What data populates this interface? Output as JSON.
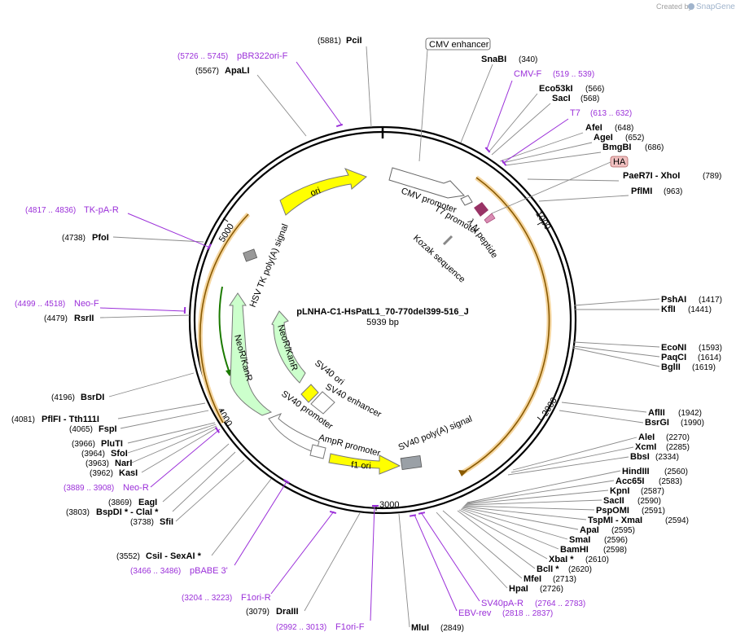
{
  "credit": {
    "prefix": "Created by",
    "brand": "SnapGene"
  },
  "map": {
    "name": "pLNHA-C1-HsPatL1_70-770del399-516_J",
    "size": "5939 bp",
    "ticks": [
      "1000",
      "2000",
      "3000",
      "4000",
      "5000"
    ]
  },
  "sites": [
    {
      "name": "PciI",
      "pos": "(5881)"
    },
    {
      "name": "ApaLI",
      "pos": "(5567)"
    },
    {
      "name": "SnaBI",
      "pos": "(340)"
    },
    {
      "name": "Eco53kI",
      "pos": "(566)"
    },
    {
      "name": "SacI",
      "pos": "(568)"
    },
    {
      "name": "AfeI",
      "pos": "(648)"
    },
    {
      "name": "AgeI",
      "pos": "(652)"
    },
    {
      "name": "BmgBI",
      "pos": "(686)"
    },
    {
      "name": "PaeR7I  - XhoI",
      "pos": "(789)"
    },
    {
      "name": "PflMI",
      "pos": "(963)"
    },
    {
      "name": "PshAI",
      "pos": "(1417)"
    },
    {
      "name": "KflI",
      "pos": "(1441)"
    },
    {
      "name": "EcoNI",
      "pos": "(1593)"
    },
    {
      "name": "PaqCI",
      "pos": "(1614)"
    },
    {
      "name": "BglII",
      "pos": "(1619)"
    },
    {
      "name": "AflII",
      "pos": "(1942)"
    },
    {
      "name": "BsrGI",
      "pos": "(1990)"
    },
    {
      "name": "AleI",
      "pos": "(2270)"
    },
    {
      "name": "XcmI",
      "pos": "(2285)"
    },
    {
      "name": "BbsI",
      "pos": "(2334)"
    },
    {
      "name": "HindIII",
      "pos": "(2560)"
    },
    {
      "name": "Acc65I",
      "pos": "(2583)"
    },
    {
      "name": "KpnI",
      "pos": "(2587)"
    },
    {
      "name": "SacII",
      "pos": "(2590)"
    },
    {
      "name": "PspOMI",
      "pos": "(2591)"
    },
    {
      "name": "TspMI  - XmaI",
      "pos": "(2594)"
    },
    {
      "name": "ApaI",
      "pos": "(2595)"
    },
    {
      "name": "SmaI",
      "pos": "(2596)"
    },
    {
      "name": "BamHI",
      "pos": "(2598)"
    },
    {
      "name": "XbaI  *",
      "pos": "(2610)"
    },
    {
      "name": "BclI  *",
      "pos": "(2620)"
    },
    {
      "name": "MfeI",
      "pos": "(2713)"
    },
    {
      "name": "HpaI",
      "pos": "(2726)"
    },
    {
      "name": "MluI",
      "pos": "(2849)"
    },
    {
      "name": "DraIII",
      "pos": "(3079)"
    },
    {
      "name": "CsiI  - SexAI  *",
      "pos": "(3552)"
    },
    {
      "name": "SfiI",
      "pos": "(3738)"
    },
    {
      "name": "BspDI  *  - ClaI  *",
      "pos": "(3803)"
    },
    {
      "name": "EagI",
      "pos": "(3869)"
    },
    {
      "name": "KasI",
      "pos": "(3962)"
    },
    {
      "name": "NarI",
      "pos": "(3963)"
    },
    {
      "name": "SfoI",
      "pos": "(3964)"
    },
    {
      "name": "PluTI",
      "pos": "(3966)"
    },
    {
      "name": "FspI",
      "pos": "(4065)"
    },
    {
      "name": "PflFI  - Tth111I",
      "pos": "(4081)"
    },
    {
      "name": "BsrDI",
      "pos": "(4196)"
    },
    {
      "name": "RsrII",
      "pos": "(4479)"
    },
    {
      "name": "PfoI",
      "pos": "(4738)"
    }
  ],
  "primers": [
    {
      "name": "pBR322ori-F",
      "range": "(5726 .. 5745)"
    },
    {
      "name": "CMV-F",
      "range": "(519 .. 539)"
    },
    {
      "name": "T7",
      "range": "(613 .. 632)"
    },
    {
      "name": "TK-pA-R",
      "range": "(4817 .. 4836)"
    },
    {
      "name": "Neo-F",
      "range": "(4499 .. 4518)"
    },
    {
      "name": "Neo-R",
      "range": "(3889 .. 3908)"
    },
    {
      "name": "pBABE 3'",
      "range": "(3466 .. 3486)"
    },
    {
      "name": "F1ori-R",
      "range": "(3204 .. 3223)"
    },
    {
      "name": "F1ori-F",
      "range": "(2992 .. 3013)"
    },
    {
      "name": "SV40pA-R",
      "range": "(2764 .. 2783)"
    },
    {
      "name": "EBV-rev",
      "range": "(2818 .. 2837)"
    }
  ],
  "features": {
    "cmv_enhancer": "CMV enhancer",
    "ha": "HA",
    "cmv_promoter": "CMV promoter",
    "t7_promoter": "T7 promoter",
    "lambda_n": "λ N peptide",
    "kozak": "Kozak sequence",
    "ori": "ori",
    "hsv_tk": "HSV TK poly(A) signal",
    "neor_outer": "NeoR/KanR",
    "neor_inner": "NeoR/KanR",
    "sv40_ori": "SV40 ori",
    "sv40_enh": "SV40 enhancer",
    "sv40_promoter": "SV40 promoter",
    "ampr_promoter": "AmpR promoter",
    "f1_ori": "f1 ori",
    "sv40_polya": "SV40 poly(A) signal"
  },
  "colors": {
    "primer": "#9b30d9",
    "ori_fill": "#ffff00",
    "neo_fill": "#ccffcc",
    "orf_orange": "#f5a623",
    "lambda": "#993366",
    "ha_fill": "#f0c0c0"
  }
}
